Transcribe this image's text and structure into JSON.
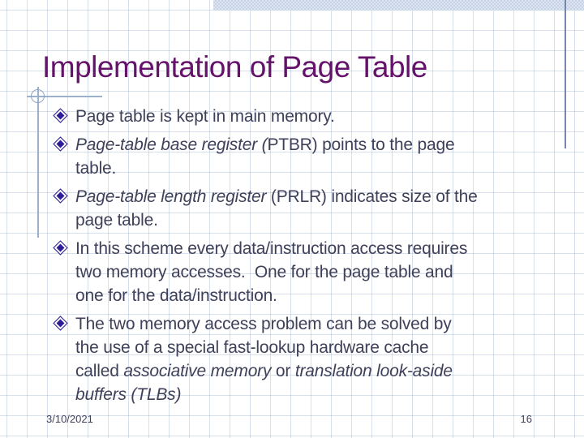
{
  "slide": {
    "title": "Implementation of Page Table",
    "bullets": [
      {
        "segments": [
          {
            "text": "Page table is kept in main memory.",
            "italic": false
          }
        ]
      },
      {
        "segments": [
          {
            "text": "Page-table base register (",
            "italic": true
          },
          {
            "text": "PTBR) points to the page\ntable.",
            "italic": false
          }
        ]
      },
      {
        "segments": [
          {
            "text": "Page-table length register ",
            "italic": true
          },
          {
            "text": "(PRLR) indicates size of the\npage table.",
            "italic": false
          }
        ]
      },
      {
        "segments": [
          {
            "text": "In this scheme every data/instruction access requires\ntwo memory accesses.  One for the page table and\none for the data/instruction.",
            "italic": false
          }
        ]
      },
      {
        "segments": [
          {
            "text": "The two memory access problem can be solved by\nthe use of a special fast-lookup hardware cache\ncalled ",
            "italic": false
          },
          {
            "text": "associative memory",
            "italic": true
          },
          {
            "text": " or ",
            "italic": false
          },
          {
            "text": "translation look-aside\nbuffers (TLBs)",
            "italic": true
          }
        ]
      }
    ],
    "footer": {
      "date": "3/10/2021",
      "page_number": "16"
    },
    "icons": {
      "bullet": "diamond-bullet-icon"
    },
    "colors": {
      "title_text": "#64126a",
      "body_text": "#3f4059",
      "bullet_diamond": "#2c1d92",
      "ornament_line": "#90a4c2",
      "accent_band": "#c6d2e6",
      "right_accent_line": "#7488ad",
      "grid_line": "#b9c7dd"
    }
  }
}
